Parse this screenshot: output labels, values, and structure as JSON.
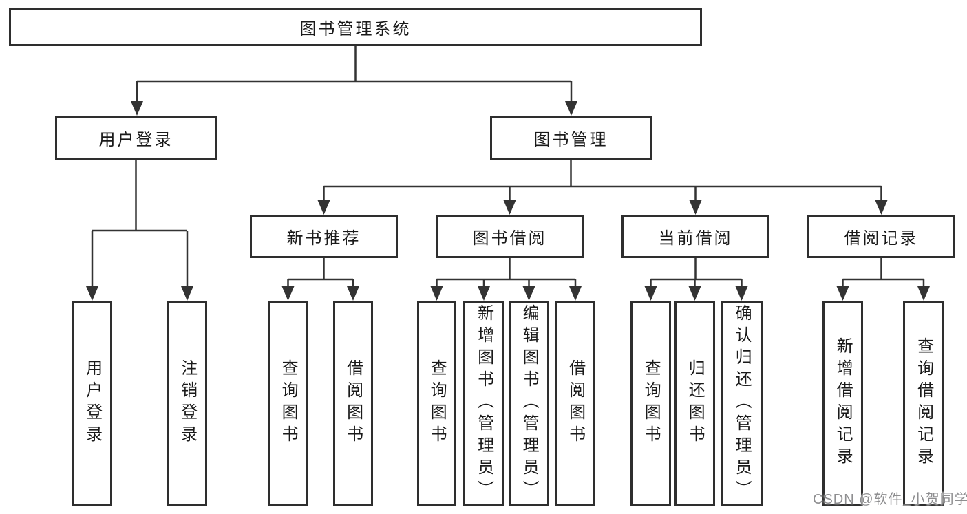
{
  "diagram": {
    "root": {
      "label": "图书管理系统"
    },
    "branches": [
      {
        "label": "用户登录",
        "leaves": [
          {
            "label": "用户登录"
          },
          {
            "label": "注销登录"
          }
        ]
      },
      {
        "label": "图书管理",
        "groups": [
          {
            "label": "新书推荐",
            "leaves": [
              {
                "label": "查询图书"
              },
              {
                "label": "借阅图书"
              }
            ]
          },
          {
            "label": "图书借阅",
            "leaves": [
              {
                "label": "查询图书"
              },
              {
                "label": "新增图书（管理员）"
              },
              {
                "label": "编辑图书（管理员）"
              },
              {
                "label": "借阅图书"
              }
            ]
          },
          {
            "label": "当前借阅",
            "leaves": [
              {
                "label": "查询图书"
              },
              {
                "label": "归还图书"
              },
              {
                "label": "确认归还（管理员）"
              }
            ]
          },
          {
            "label": "借阅记录",
            "leaves": [
              {
                "label": "新增借阅记录"
              },
              {
                "label": "查询借阅记录"
              }
            ]
          }
        ]
      }
    ]
  },
  "watermark": {
    "text": "CSDN @软件_小贺同学",
    "color": "#8e8e90"
  },
  "colors": {
    "background": "#ffffff",
    "box_border": "#2e2e2e",
    "connector_line": "#333333",
    "text": "#1a1a1a"
  }
}
